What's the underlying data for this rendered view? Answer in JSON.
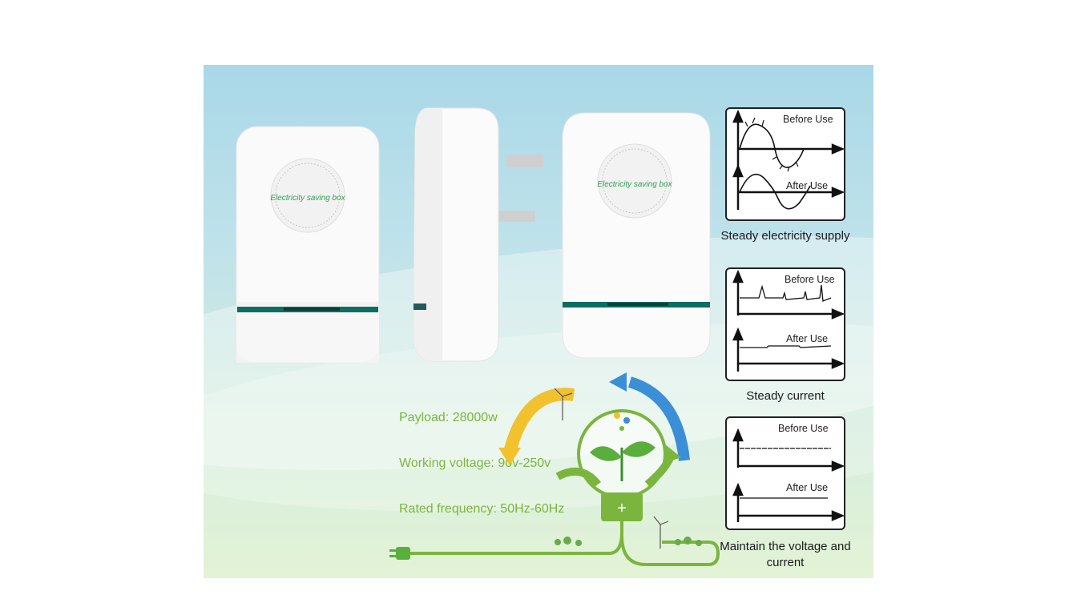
{
  "device": {
    "seal_text": "Electricity saving box",
    "seal_text_right": "Electricity saving box"
  },
  "specs": [
    {
      "label": "Payload: 28000w"
    },
    {
      "label": "Working voltage: 90v-250v"
    },
    {
      "label": "Rated frequency: 50Hz-60Hz"
    }
  ],
  "panels": [
    {
      "before": "Before Use",
      "after": "After Use",
      "caption": "Steady electricity supply"
    },
    {
      "before": "Before Use",
      "after": "After Use",
      "caption": "Steady current"
    },
    {
      "before": "Before Use",
      "after": "After Use",
      "caption": "Maintain the voltage and current"
    }
  ],
  "colors": {
    "accent_green": "#7bb53e",
    "accent_teal": "#1a7f6e",
    "arrow_yellow": "#f2c12e",
    "arrow_blue": "#3b8fd6"
  },
  "icons": [
    "lightbulb-icon",
    "plug-icon",
    "leaf-icon",
    "recycle-arrows-icon",
    "wind-turbine-icon"
  ]
}
